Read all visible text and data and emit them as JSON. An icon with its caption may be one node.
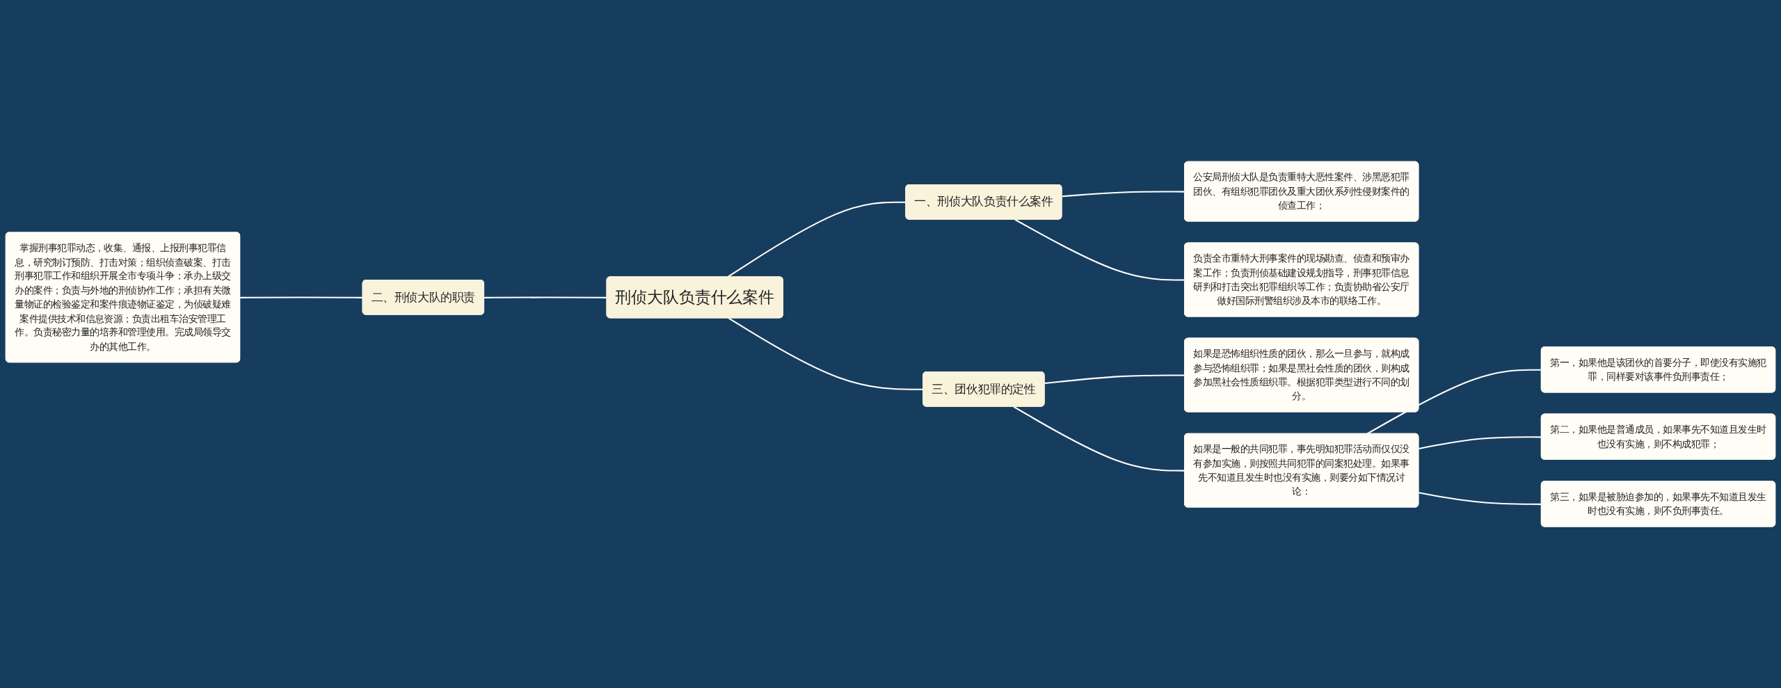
{
  "diagram": {
    "nodes": [
      {
        "text": [
          "刑侦大队负责什么案件"
        ]
      },
      {
        "text": [
          "一、刑侦大队负责什么案件"
        ]
      },
      {
        "text": [
          "公安局刑侦大队是负责重特大恶性案件、涉黑恶犯罪团伙、有组织犯罪团伙及重大团伙系列性侵财案件的侦查工作；"
        ]
      },
      {
        "text": [
          "负责全市重特大刑事案件的现场勘查、侦查和预审办案工作；负责刑侦基础建设规划指导，刑事犯罪信息研判和打击突出犯罪组织等工作；负责协助省公安厅做好国际刑警组织涉及本市的联络工作。"
        ]
      },
      {
        "text": [
          "三、团伙犯罪的定性"
        ]
      },
      {
        "text": [
          "如果是恐怖组织性质的团伙，那么一旦参与，就构成参与恐怖组织罪；如果是黑社会性质的团伙，则构成参加黑社会性质组织罪。根据犯罪类型进行不同的划分。"
        ]
      },
      {
        "text": [
          "如果是一般的共同犯罪，事先明知犯罪活动而仅仅没有参加实施，则按照共同犯罪的同案犯处理。如果事先不知道且发生时也没有实施，则要分如下情况讨论："
        ]
      },
      {
        "text": [
          "第一，如果他是该团伙的首要分子，即使没有实施犯罪，同样要对该事件负刑事责任；"
        ]
      },
      {
        "text": [
          "第二，如果他是普通成员，如果事先不知道且发生时也没有实施，则不构成犯罪；"
        ]
      },
      {
        "text": [
          "第三，如果是被胁迫参加的，如果事先不知道且发生时也没有实施，则不负刑事责任。"
        ]
      },
      {
        "text": [
          "二、刑侦大队的职责"
        ]
      },
      {
        "text": [
          "掌握刑事犯罪动态，收集、通报、上报刑事犯罪信息，研究制订预防、打击对策；组织侦查破案、打击刑事犯罪工作和组织开展全市专项斗争；承办上级交办的案件；负责与外地的刑侦协作工作；承担有关微量物证的检验鉴定和案件痕迹物证鉴定，为侦破疑难案件提供技术和信息资源；负责出租车治安管理工作。负责秘密力量的培养和管理使用。完成局领导交办的其他工作。"
        ]
      }
    ],
    "edges": [
      {
        "from": 0,
        "to": 1,
        "arrow": "none"
      },
      {
        "from": 1,
        "to": 2,
        "arrow": "none"
      },
      {
        "from": 1,
        "to": 3,
        "arrow": "none"
      },
      {
        "from": 0,
        "to": 4,
        "arrow": "none"
      },
      {
        "from": 4,
        "to": 5,
        "arrow": "none"
      },
      {
        "from": 4,
        "to": 6,
        "arrow": "none"
      },
      {
        "from": 6,
        "to": 7,
        "arrow": "none"
      },
      {
        "from": 6,
        "to": 8,
        "arrow": "none"
      },
      {
        "from": 6,
        "to": 9,
        "arrow": "none"
      },
      {
        "from": 11,
        "to": 10,
        "arrow": "none"
      },
      {
        "from": 10,
        "to": 0,
        "arrow": "none"
      }
    ]
  }
}
